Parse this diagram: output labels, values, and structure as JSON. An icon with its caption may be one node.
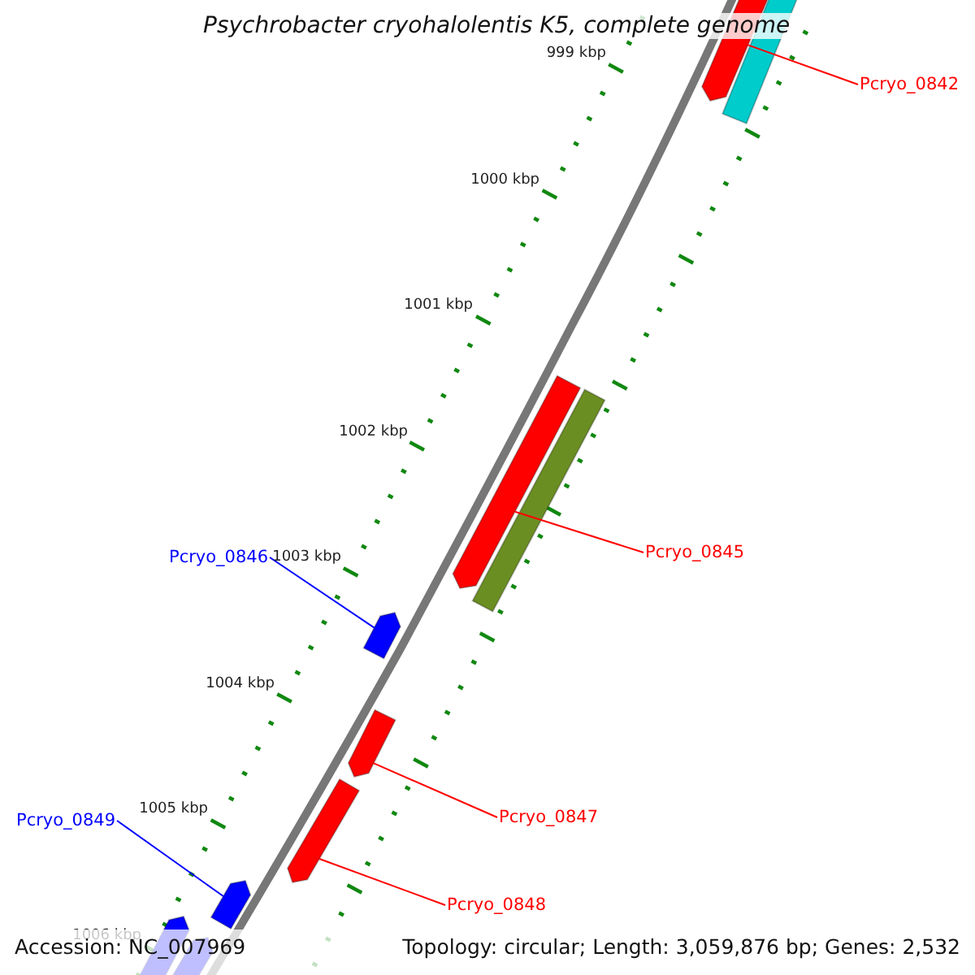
{
  "diagram": {
    "title": "Psychrobacter cryohalolentis K5, complete genome",
    "nodes": [
      {
        "text": [
          "Pcryo_0842"
        ]
      },
      {
        "text": [],
        "shape": "bar"
      },
      {
        "text": [],
        "shape": "bar"
      },
      {
        "text": [],
        "shape": "bar"
      },
      {
        "text": [],
        "shape": "bar"
      },
      {
        "text": [
          "Pcryo_0845"
        ]
      },
      {
        "text": [
          "Pcryo_0846"
        ]
      },
      {
        "text": [],
        "shape": "bar"
      },
      {
        "text": [],
        "shape": "bar"
      },
      {
        "text": [],
        "shape": "bar"
      },
      {
        "text": [
          "Pcryo_0847"
        ]
      },
      {
        "text": [
          "Pcryo_0848"
        ]
      },
      {
        "text": [
          "Pcryo_0849"
        ]
      },
      {
        "text": [],
        "shape": "bar"
      },
      {
        "text": [],
        "shape": "bar"
      },
      {
        "text": [],
        "shape": "bar"
      }
    ],
    "edges": [
      {
        "from": 0,
        "to": 1,
        "arrow": "none"
      },
      {
        "from": 5,
        "to": 3,
        "arrow": "none"
      },
      {
        "from": 6,
        "to": 7,
        "arrow": "none",
        "color": "#0000ff"
      },
      {
        "from": 10,
        "to": 8,
        "arrow": "none"
      },
      {
        "from": 11,
        "to": 9,
        "arrow": "none"
      },
      {
        "from": 12,
        "to": 13,
        "arrow": "none",
        "color": "#0000ff"
      }
    ],
    "labels": [
      "999 kbp",
      "1000 kbp",
      "1001 kbp",
      "1002 kbp",
      "1003 kbp",
      "1004 kbp",
      "1005 kbp",
      "1006 kbp",
      "Accession: NC_007969",
      "Topology: circular; Length: 3,059,876 bp; Genes: 2,532"
    ]
  }
}
